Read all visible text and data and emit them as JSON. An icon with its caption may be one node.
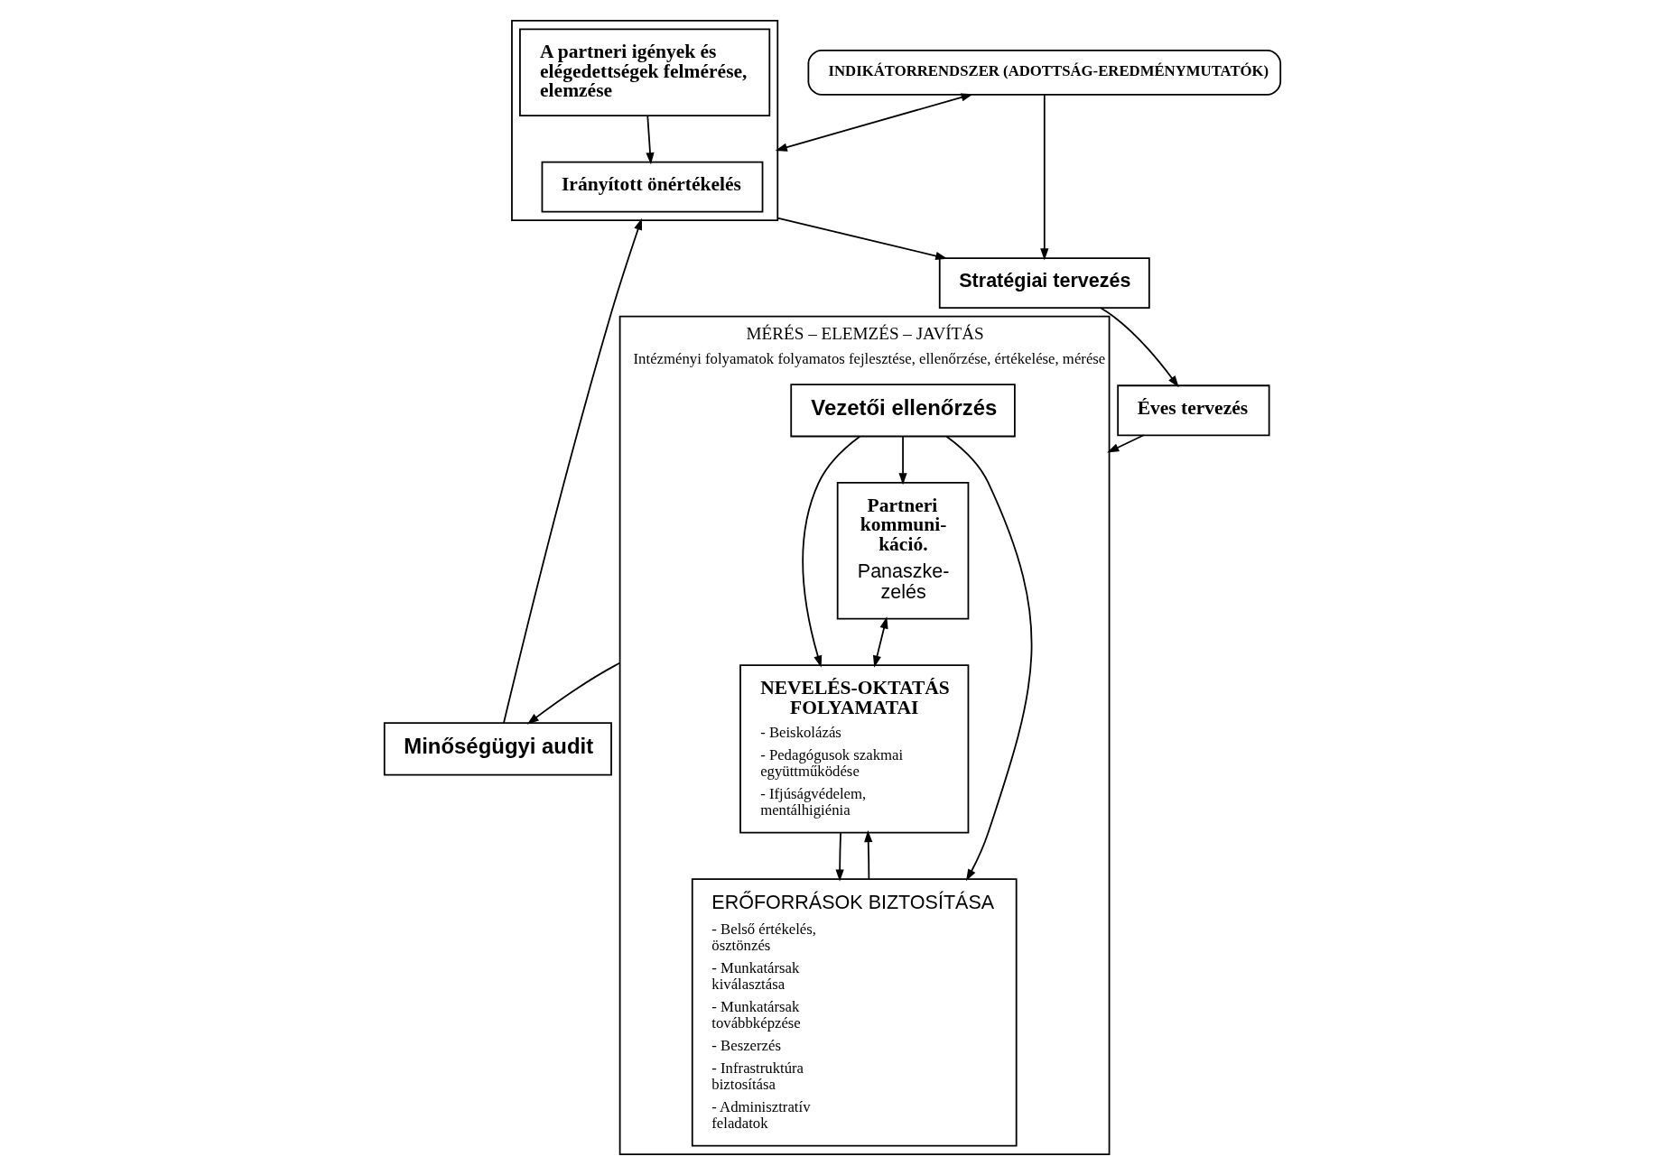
{
  "diagram": {
    "nodes": [
      {
        "text": [
          "INDIKÁTORRENDSZER (ADOTTSÁG-EREDMÉNYMUTATÓK)"
        ]
      },
      {
        "text": [],
        "shape": "box"
      },
      {
        "text": [
          "Irányított önértékelés"
        ],
        "in": 1
      },
      {
        "text": [
          "A partneri igények és elégedettségek felmérése, elemzése"
        ],
        "in": 1
      },
      {
        "text": [
          "Stratégiai tervezés"
        ]
      },
      {
        "text": [
          "Éves tervezés"
        ]
      },
      {
        "text": [
          "MÉRÉS – ELEMZÉS – JAVÍTÁS",
          "Intézményi folyamatok folyamatos fejlesztése, ellenőrzése, értékelése, mérése"
        ]
      },
      {
        "text": [
          "Partneri kommuni- káció.",
          "Panaszke- zelés"
        ],
        "in": 6
      },
      {
        "text": [
          "NEVELÉS-OKTATÁS FOLYAMATAI",
          "- Beiskolázás",
          "- Pedagógusok szakmai együttműködése",
          "- Ifjúságvédelem, mentálhigiénia"
        ],
        "in": 6
      },
      {
        "text": [
          "ERŐFORRÁSOK BIZTOSÍTÁSA",
          "- Belső értékelés, ösztönzés",
          "- Munkatársak kiválasztása",
          "- Munkatársak továbbképzése",
          "- Beszerzés",
          "- Infrastruktúra biztosítása",
          "- Adminisztratív feladatok"
        ],
        "in": 6
      },
      {
        "text": [
          "Vezetői ellenőrzés"
        ],
        "in": 6
      },
      {
        "text": [
          "Minőségügyi audit"
        ]
      }
    ],
    "edges": [
      {
        "from": 0,
        "to": 4,
        "arrow": "to"
      },
      {
        "from": 0,
        "to": 1,
        "arrow": "both"
      },
      {
        "from": 1,
        "to": 4,
        "arrow": "to"
      },
      {
        "from": 3,
        "to": 2,
        "arrow": "to"
      },
      {
        "from": 11,
        "to": 1,
        "arrow": "to"
      },
      {
        "from": 4,
        "to": 5,
        "arrow": "to"
      },
      {
        "from": 5,
        "to": 6,
        "arrow": "to"
      },
      {
        "from": 7,
        "to": 8,
        "arrow": "both"
      },
      {
        "from": 9,
        "to": 8,
        "arrow": "to"
      },
      {
        "from": 8,
        "to": 9,
        "arrow": "to"
      },
      {
        "from": 10,
        "to": 7,
        "arrow": "to"
      },
      {
        "from": 10,
        "to": 8,
        "arrow": "to"
      },
      {
        "from": 10,
        "to": 9,
        "arrow": "to"
      },
      {
        "from": 6,
        "to": 11,
        "arrow": "to"
      }
    ]
  }
}
